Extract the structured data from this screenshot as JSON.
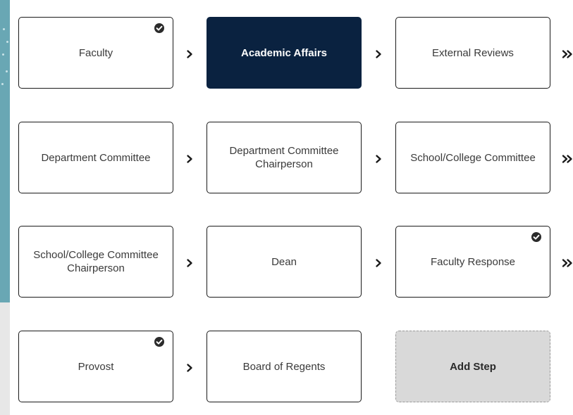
{
  "workflow": {
    "steps": [
      {
        "label": "Faculty",
        "completed": true,
        "active": false
      },
      {
        "label": "Academic Affairs",
        "completed": false,
        "active": true
      },
      {
        "label": "External Reviews",
        "completed": false,
        "active": false
      },
      {
        "label": "Department Committee",
        "completed": false,
        "active": false
      },
      {
        "label": "Department Committee Chairperson",
        "completed": false,
        "active": false
      },
      {
        "label": "School/College Committee",
        "completed": false,
        "active": false
      },
      {
        "label": "School/College Committee Chairperson",
        "completed": false,
        "active": false
      },
      {
        "label": "Dean",
        "completed": false,
        "active": false
      },
      {
        "label": "Faculty Response",
        "completed": true,
        "active": false
      },
      {
        "label": "Provost",
        "completed": true,
        "active": false
      },
      {
        "label": "Board of Regents",
        "completed": false,
        "active": false
      }
    ],
    "add_step_label": "Add Step"
  },
  "icons": {
    "check": "check-circle-icon",
    "next": "chevron-right-icon",
    "row_continue": "double-chevron-right-icon"
  },
  "colors": {
    "active_bg": "#0a2240",
    "background_accent": "#69a7b4",
    "add_step_bg": "#d9d9d9",
    "border": "#1a1a1a"
  }
}
